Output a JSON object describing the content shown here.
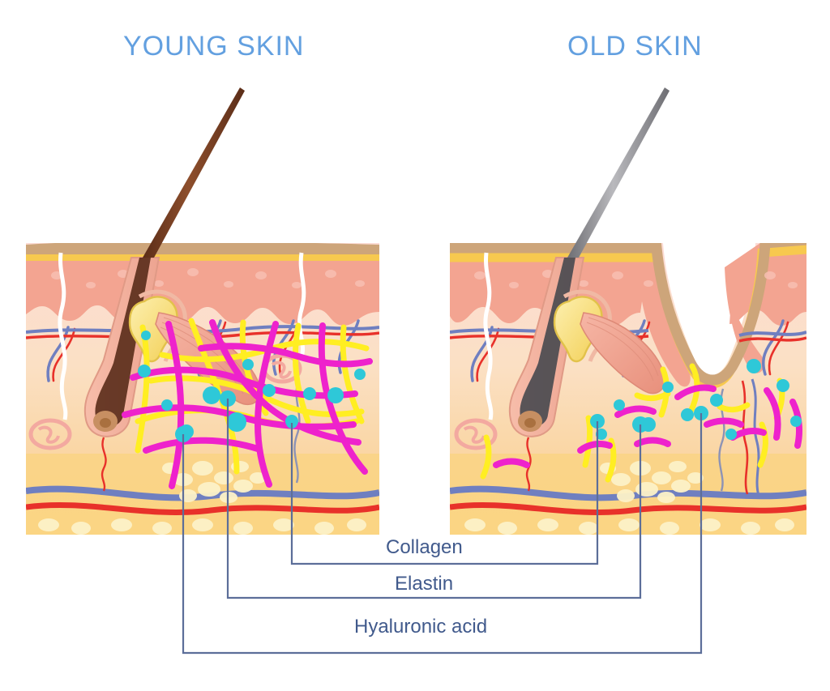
{
  "diagram": {
    "subject": "skin-cross-section-comparison",
    "panels": [
      {
        "id": "young",
        "title": "YOUNG SKIN",
        "hair_shaft_color": "#7a4126",
        "follicle_color": "#5c2f1c",
        "features": [
          "thick smooth epidermis",
          "dense continuous collagen network",
          "abundant elastin fibers",
          "many hyaluronic acid molecules",
          "pigmented hair",
          "sebaceous gland",
          "arrector pili muscle",
          "sweat gland",
          "capillary loops",
          "subcutaneous fat"
        ]
      },
      {
        "id": "old",
        "title": "OLD SKIN",
        "hair_shaft_color": "#8d8d90",
        "follicle_color": "#4b4b50",
        "features": [
          "wrinkle fold in epidermis",
          "fragmented sparse collagen",
          "broken short elastin fibers",
          "few hyaluronic acid molecules",
          "gray hair",
          "sebaceous gland",
          "arrector pili muscle",
          "sweat gland",
          "capillary loops",
          "subcutaneous fat"
        ]
      }
    ],
    "legend": [
      {
        "key": "collagen",
        "label": "Collagen",
        "color": "#ee22cc"
      },
      {
        "key": "elastin",
        "label": "Elastin",
        "color": "#ffee22"
      },
      {
        "key": "hyaluronic",
        "label": "Hyaluronic acid",
        "color": "#2ec8d8"
      }
    ],
    "colors": {
      "title": "#63a0e0",
      "legend_text": "#415a8c",
      "leader_line": "#5c6e99",
      "stratum_corneum": "#cda579",
      "stratum_lucidum": "#f6c851",
      "epidermis": "#f2a291",
      "dermis_top": "#fbd9d4",
      "dermis_bottom": "#f8cf8f",
      "fat": "#fbd98b",
      "fat_lobule": "#fdf0c0",
      "artery": "#e8312a",
      "vein": "#6f7fc0",
      "sebaceous": "#f7dc7a",
      "muscle": "#ef9e8c",
      "background": "#ffffff"
    },
    "panel_bounds": {
      "young": [
        32,
        300,
        468,
        660
      ],
      "old": [
        555,
        300,
        995,
        660
      ]
    }
  },
  "chart_data": {
    "type": "diagram",
    "title": "Young skin vs old skin dermal matrix comparison",
    "series": [
      {
        "name": "Collagen",
        "young": "dense continuous interconnected network",
        "old": "short fragmented disconnected segments"
      },
      {
        "name": "Elastin",
        "young": "long abundant crossing fibers",
        "old": "few short broken fibers"
      },
      {
        "name": "Hyaluronic acid",
        "young": "many large molecules at fiber junctions",
        "old": "fewer scattered small molecules"
      }
    ]
  }
}
